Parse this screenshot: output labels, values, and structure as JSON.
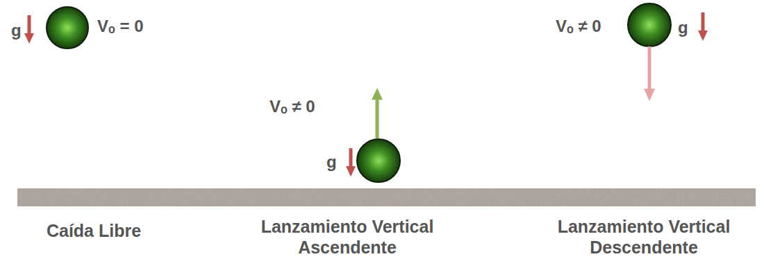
{
  "diagram": {
    "labels": [
      "g",
      "Vₒ = 0",
      "Vₒ ≠ 0",
      "g",
      "Vₒ ≠ 0",
      "g",
      "Caída Libre",
      "Lanzamiento Vertical Ascendente",
      "Lanzamiento Vertical Descendente"
    ]
  }
}
